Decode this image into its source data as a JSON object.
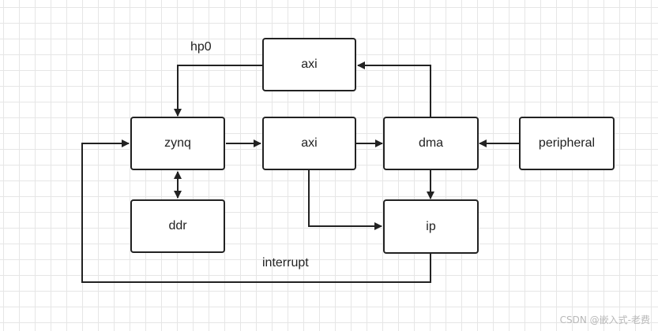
{
  "nodes": {
    "axi_top": "axi",
    "zynq": "zynq",
    "axi_mid": "axi",
    "dma": "dma",
    "peripheral": "peripheral",
    "ddr": "ddr",
    "ip": "ip"
  },
  "edge_labels": {
    "hp0": "hp0",
    "interrupt": "interrupt"
  },
  "watermark": "CSDN @嵌入式-老费",
  "colors": {
    "stroke": "#222222",
    "grid": "#e6e6e6",
    "background": "#ffffff"
  }
}
